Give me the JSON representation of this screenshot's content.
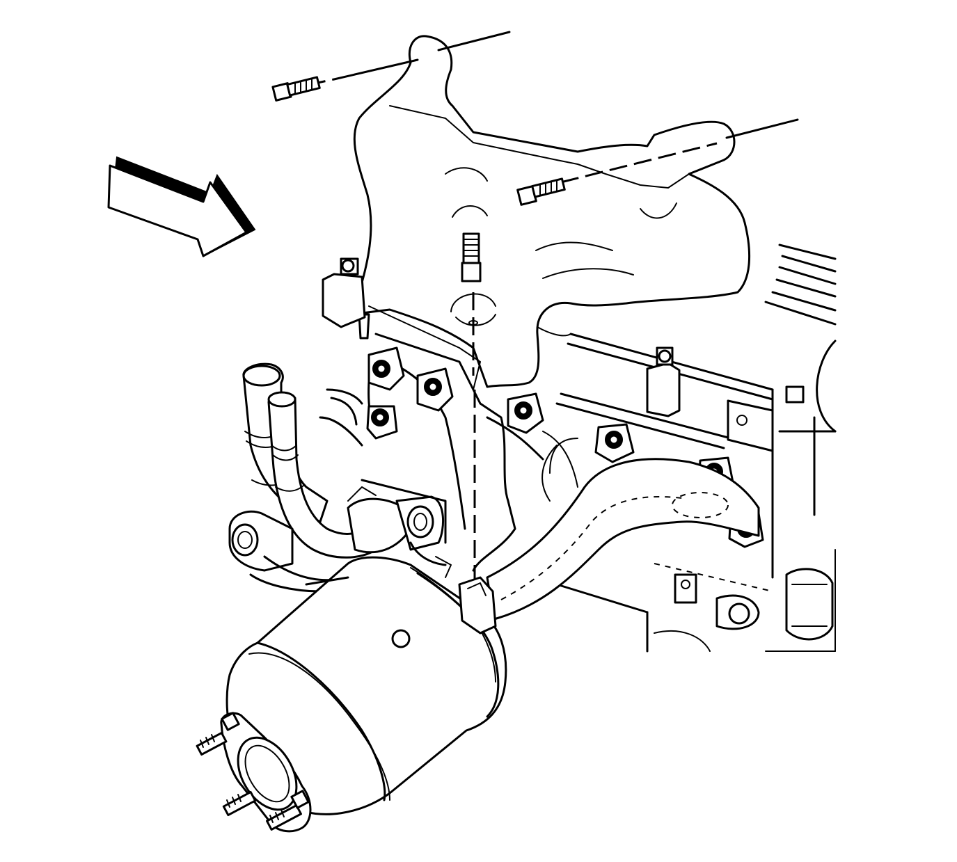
{
  "diagram": {
    "kind": "line-art technical illustration",
    "colors": {
      "line": "#000000",
      "background": "#ffffff"
    },
    "components": [
      {
        "name": "exhaust-manifold-heat-shield",
        "icon": "heat-shield-icon"
      },
      {
        "name": "heat-shield-bolts",
        "count": 3,
        "icon": "bolt-icon"
      },
      {
        "name": "direction-arrow",
        "icon": "arrow-right-down-icon"
      },
      {
        "name": "exhaust-manifold",
        "icon": "manifold-icon"
      },
      {
        "name": "catalytic-converter",
        "icon": "converter-icon"
      },
      {
        "name": "converter-flange-studs",
        "count": 3,
        "icon": "stud-icon"
      },
      {
        "name": "coolant-hoses",
        "count": 2,
        "icon": "hose-icon"
      },
      {
        "name": "oxygen-sensor",
        "icon": "sensor-icon"
      },
      {
        "name": "engine-block",
        "icon": "engine-icon"
      }
    ]
  }
}
